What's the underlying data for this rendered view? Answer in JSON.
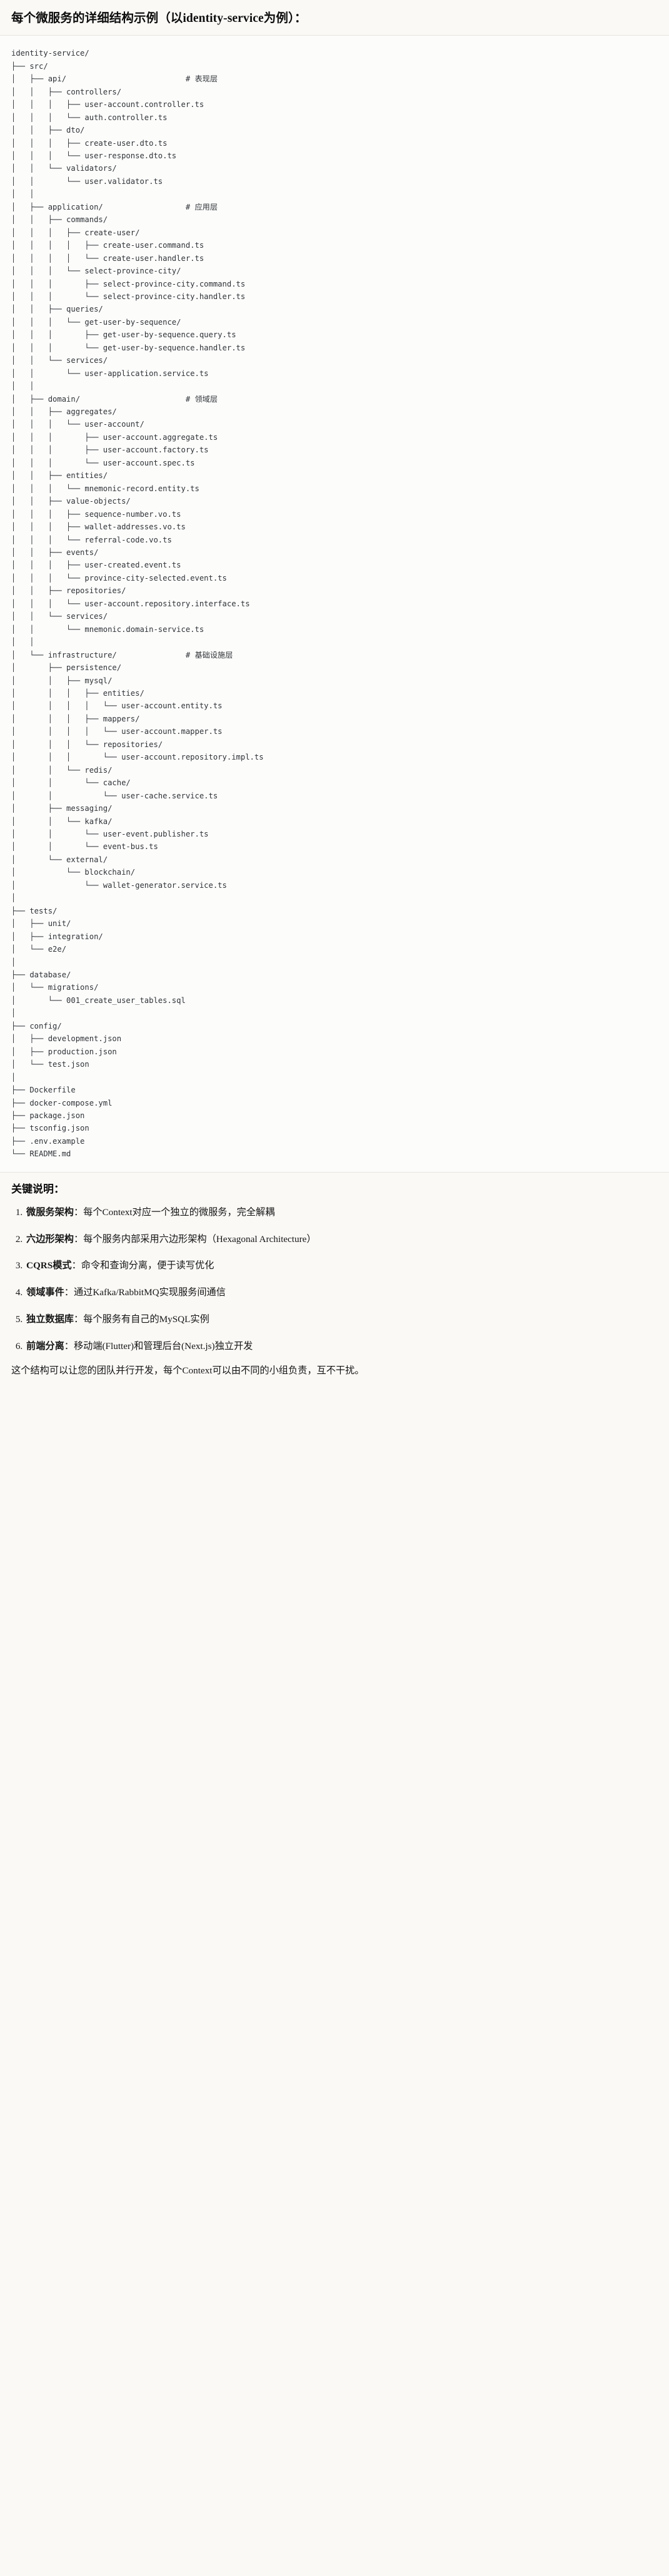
{
  "header": {
    "title": "每个微服务的详细结构示例（以identity-service为例）："
  },
  "tree": {
    "root": "identity-service/",
    "text": "identity-service/\n├── src/\n│   ├── api/                          # 表现层\n│   │   ├── controllers/\n│   │   │   ├── user-account.controller.ts\n│   │   │   └── auth.controller.ts\n│   │   ├── dto/\n│   │   │   ├── create-user.dto.ts\n│   │   │   └── user-response.dto.ts\n│   │   └── validators/\n│   │       └── user.validator.ts\n│   │\n│   ├── application/                  # 应用层\n│   │   ├── commands/\n│   │   │   ├── create-user/\n│   │   │   │   ├── create-user.command.ts\n│   │   │   │   └── create-user.handler.ts\n│   │   │   └── select-province-city/\n│   │   │       ├── select-province-city.command.ts\n│   │   │       └── select-province-city.handler.ts\n│   │   ├── queries/\n│   │   │   └── get-user-by-sequence/\n│   │   │       ├── get-user-by-sequence.query.ts\n│   │   │       └── get-user-by-sequence.handler.ts\n│   │   └── services/\n│   │       └── user-application.service.ts\n│   │\n│   ├── domain/                       # 领域层\n│   │   ├── aggregates/\n│   │   │   └── user-account/\n│   │   │       ├── user-account.aggregate.ts\n│   │   │       ├── user-account.factory.ts\n│   │   │       └── user-account.spec.ts\n│   │   ├── entities/\n│   │   │   └── mnemonic-record.entity.ts\n│   │   ├── value-objects/\n│   │   │   ├── sequence-number.vo.ts\n│   │   │   ├── wallet-addresses.vo.ts\n│   │   │   └── referral-code.vo.ts\n│   │   ├── events/\n│   │   │   ├── user-created.event.ts\n│   │   │   └── province-city-selected.event.ts\n│   │   ├── repositories/\n│   │   │   └── user-account.repository.interface.ts\n│   │   └── services/\n│   │       └── mnemonic.domain-service.ts\n│   │\n│   └── infrastructure/               # 基础设施层\n│       ├── persistence/\n│       │   ├── mysql/\n│       │   │   ├── entities/\n│       │   │   │   └── user-account.entity.ts\n│       │   │   ├── mappers/\n│       │   │   │   └── user-account.mapper.ts\n│       │   │   └── repositories/\n│       │   │       └── user-account.repository.impl.ts\n│       │   └── redis/\n│       │       └── cache/\n│       │           └── user-cache.service.ts\n│       ├── messaging/\n│       │   └── kafka/\n│       │       └── user-event.publisher.ts\n│       │       └── event-bus.ts\n│       └── external/\n│           └── blockchain/\n│               └── wallet-generator.service.ts\n│\n├── tests/\n│   ├── unit/\n│   ├── integration/\n│   └── e2e/\n│\n├── database/\n│   └── migrations/\n│       └── 001_create_user_tables.sql\n│\n├── config/\n│   ├── development.json\n│   ├── production.json\n│   └── test.json\n│\n├── Dockerfile\n├── docker-compose.yml\n├── package.json\n├── tsconfig.json\n├── .env.example\n└── README.md",
    "layer_comments": [
      {
        "path": "api/",
        "comment": "# 表现层"
      },
      {
        "path": "application/",
        "comment": "# 应用层"
      },
      {
        "path": "domain/",
        "comment": "# 领域层"
      },
      {
        "path": "infrastructure/",
        "comment": "# 基础设施层"
      }
    ]
  },
  "notes": {
    "title": "关键说明：",
    "separator": "：",
    "items": [
      {
        "term": "微服务架构",
        "desc": "每个Context对应一个独立的微服务，完全解耦"
      },
      {
        "term": "六边形架构",
        "desc": "每个服务内部采用六边形架构（Hexagonal Architecture）"
      },
      {
        "term": "CQRS模式",
        "desc": "命令和查询分离，便于读写优化"
      },
      {
        "term": "领域事件",
        "desc": "通过Kafka/RabbitMQ实现服务间通信"
      },
      {
        "term": "独立数据库",
        "desc": "每个服务有自己的MySQL实例"
      },
      {
        "term": "前端分离",
        "desc": "移动端(Flutter)和管理后台(Next.js)独立开发"
      }
    ],
    "closing": "这个结构可以让您的团队并行开发，每个Context可以由不同的小组负责，互不干扰。"
  }
}
